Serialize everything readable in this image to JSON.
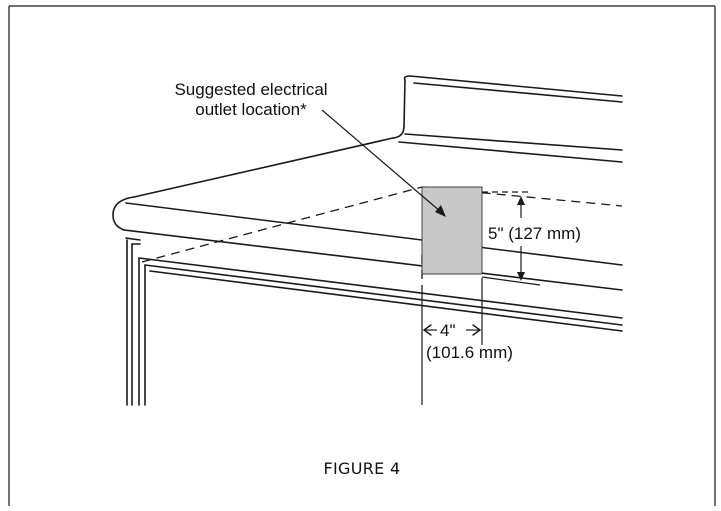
{
  "callout": {
    "line1": "Suggested electrical",
    "line2": "outlet location*"
  },
  "dimensions": {
    "height_label": "5\" (127 mm)",
    "width_label": "4\"",
    "width_metric": "(101.6 mm)"
  },
  "caption": "FIGURE 4",
  "colors": {
    "outlet_fill": "#c8c8c8",
    "line": "#1a1a1a",
    "frame": "#444444"
  }
}
